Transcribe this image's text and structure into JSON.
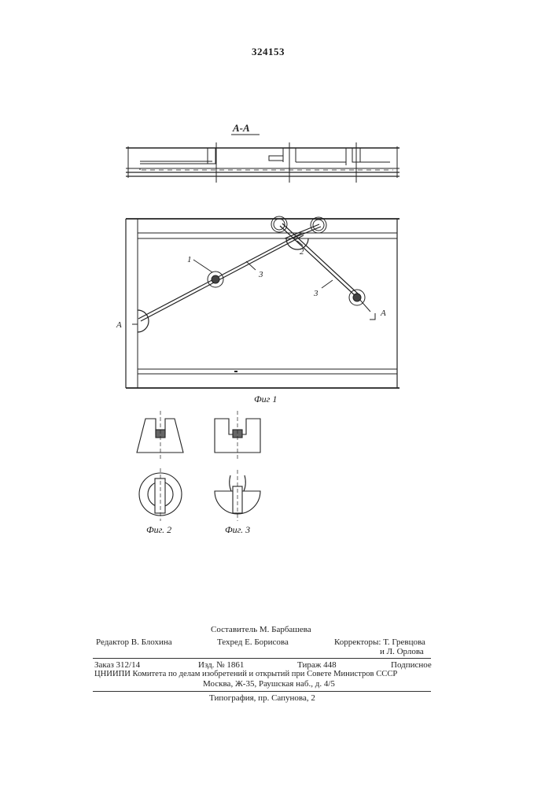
{
  "header": {
    "patent_number": "324153"
  },
  "section_label": "А-А",
  "figure_labels": {
    "part_1": "1",
    "part_2": "2",
    "part_3a": "3",
    "part_3b": "3",
    "cut_left": "А",
    "cut_right": "А"
  },
  "captions": {
    "fig1": "Фиг 1",
    "fig2": "Фиг. 2",
    "fig3": "Фиг. 3"
  },
  "credits": {
    "compiler": "Составитель М. Барбашева",
    "editor": "Редактор В. Блохина",
    "techred": "Техред Е. Борисова",
    "correctors_1": "Корректоры: Т. Гревцова",
    "correctors_2": "и Л. Орлова",
    "order": "Заказ 312/14",
    "edition": "Изд. № 1861",
    "print_run": "Тираж 448",
    "subscription": "Подписное",
    "institute": "ЦНИИПИ Комитета по делам изобретений и открытий при Совете Министров СССР",
    "address": "Москва, Ж-35, Раушская наб., д. 4/5",
    "printing": "Типография, пр. Сапунова, 2"
  }
}
